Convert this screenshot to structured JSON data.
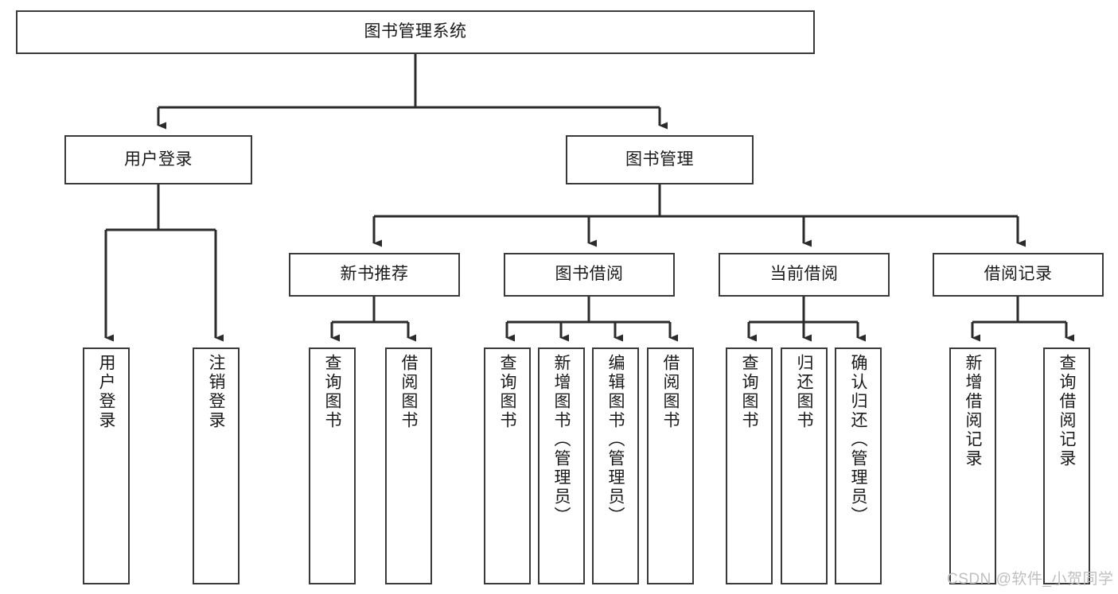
{
  "diagram": {
    "title": "图书管理系统",
    "type": "tree-hierarchy-diagram",
    "colors": {
      "box_border": "#3a3a3a",
      "box_fill": "#ffffff",
      "edge": "#2b2b2b",
      "text": "#1a1a1a",
      "watermark": "#bfbfbf",
      "background": "#ffffff"
    }
  },
  "root": {
    "label": "图书管理系统"
  },
  "level2": [
    {
      "label": "用户登录"
    },
    {
      "label": "图书管理"
    }
  ],
  "level3": [
    {
      "label": "新书推荐"
    },
    {
      "label": "图书借阅"
    },
    {
      "label": "当前借阅"
    },
    {
      "label": "借阅记录"
    }
  ],
  "leaves": {
    "user_login": [
      {
        "label": "用户登录"
      },
      {
        "label": "注销登录"
      }
    ],
    "new_book_recommend": [
      {
        "label": "查询图书"
      },
      {
        "label": "借阅图书"
      }
    ],
    "book_borrow": [
      {
        "label": "查询图书"
      },
      {
        "label": "新增图书（管理员）"
      },
      {
        "label": "编辑图书（管理员）"
      },
      {
        "label": "借阅图书"
      }
    ],
    "current_borrow": [
      {
        "label": "查询图书"
      },
      {
        "label": "归还图书"
      },
      {
        "label": "确认归还（管理员）"
      }
    ],
    "borrow_record": [
      {
        "label": "新增借阅记录"
      },
      {
        "label": "查询借阅记录"
      }
    ]
  },
  "watermark": {
    "text": "CSDN @软件_小贺同学"
  }
}
